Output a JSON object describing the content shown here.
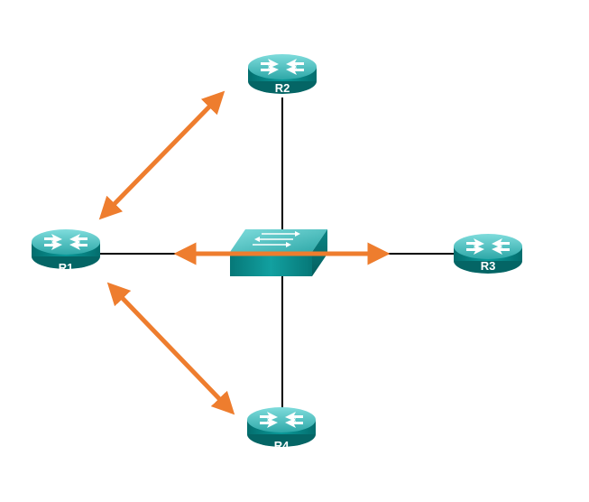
{
  "routers": [
    {
      "id": "r1",
      "label": "R1"
    },
    {
      "id": "r2",
      "label": "R2"
    },
    {
      "id": "r3",
      "label": "R3"
    },
    {
      "id": "r4",
      "label": "R4"
    }
  ],
  "colors": {
    "router_body": "#008a8a",
    "router_top": "#46c0c0",
    "router_highlight": "#8fe3e3",
    "switch_body": "#0b8a8a",
    "switch_top": "#4cc6c6",
    "link": "#000000",
    "arrow": "#ee7d2e",
    "background": "#ffffff"
  },
  "icons": {
    "router": "router-icon",
    "switch": "switch-icon",
    "arrow": "double-headed-arrow"
  }
}
